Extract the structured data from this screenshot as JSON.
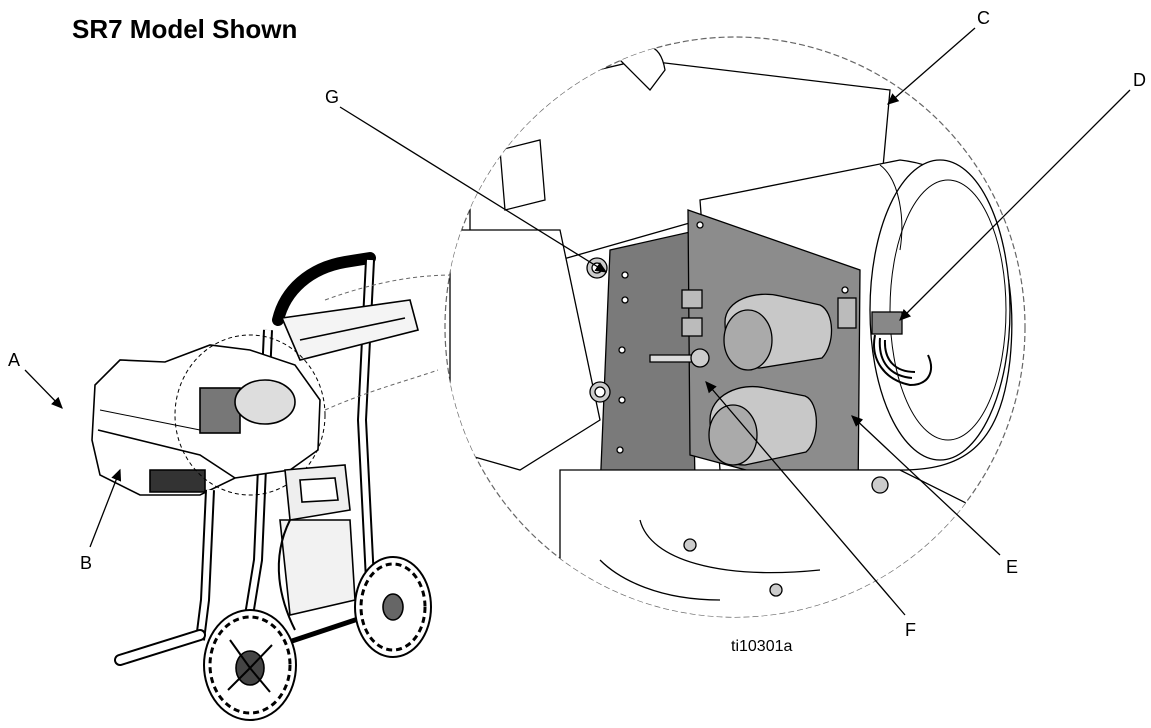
{
  "title": "SR7 Model Shown",
  "figure_id": "ti10301a",
  "callouts": {
    "A": "A",
    "B": "B",
    "C": "C",
    "D": "D",
    "E": "E",
    "F": "F",
    "G": "G"
  }
}
